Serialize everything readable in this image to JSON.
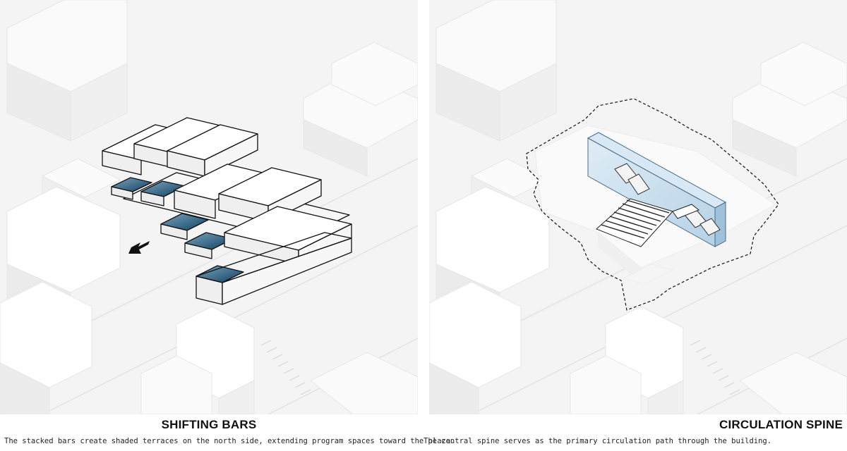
{
  "panels": [
    {
      "title": "SHIFTING BARS",
      "caption": "The stacked bars create shaded terraces on the north side, extending program spaces toward the plaza."
    },
    {
      "title": "CIRCULATION SPINE",
      "caption": "The central spine serves as the primary circulation path through the building."
    }
  ],
  "colors": {
    "terrace_shade": "#0e4a6e",
    "spine_glass": "#bcd8ec",
    "context_mass": "#ffffff",
    "ground": "#f4f4f4"
  },
  "icons": {
    "arrow": "direction-arrow-icon",
    "stair": "stair-icon",
    "escalator": "escalator-icon"
  }
}
